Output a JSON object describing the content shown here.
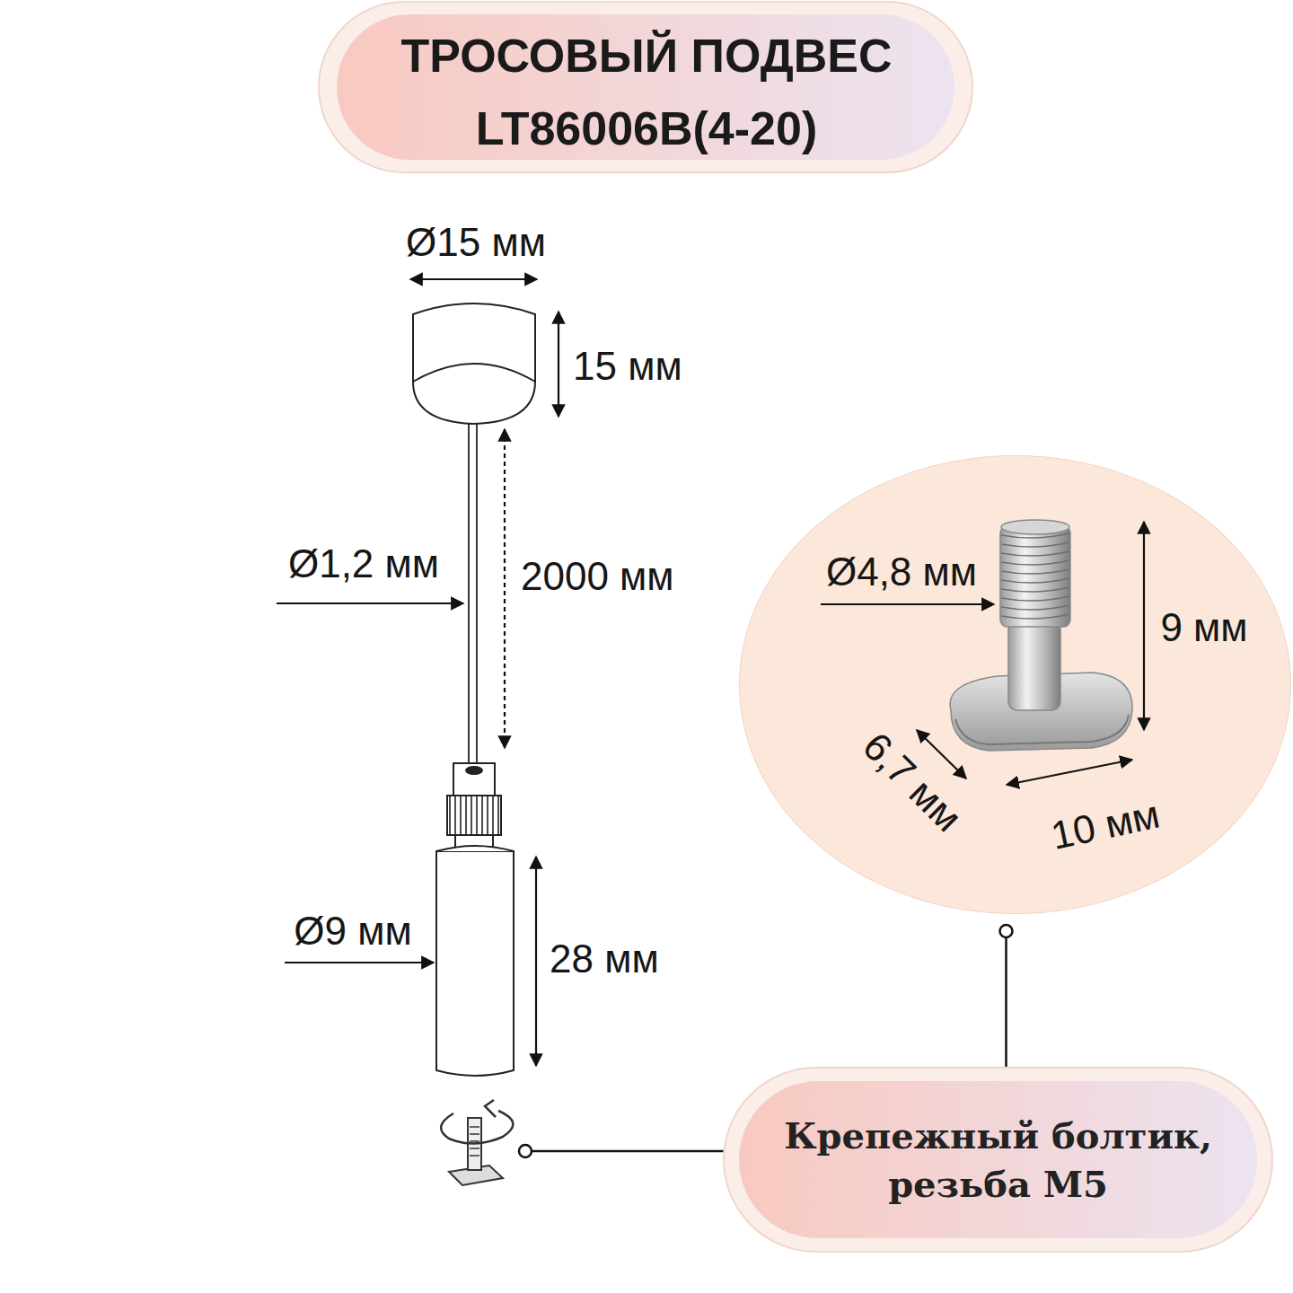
{
  "diagram": {
    "title": "ТРОСОВЫЙ ПОДВЕС LT86006B(4-20)",
    "nodes": [
      {
        "text": [
          "Ø4,8 мм",
          "9 мм",
          "6,7 мм",
          "10 мм"
        ]
      },
      {
        "text": [
          "Крепежный болтик, резьба M5"
        ]
      }
    ],
    "edges": [
      {
        "from": 0,
        "to": 1,
        "arrow": "none"
      }
    ],
    "labels": [
      "Ø15 мм",
      "15 мм",
      "Ø1,2 мм",
      "2000 мм",
      "Ø9 мм",
      "28 мм"
    ]
  }
}
